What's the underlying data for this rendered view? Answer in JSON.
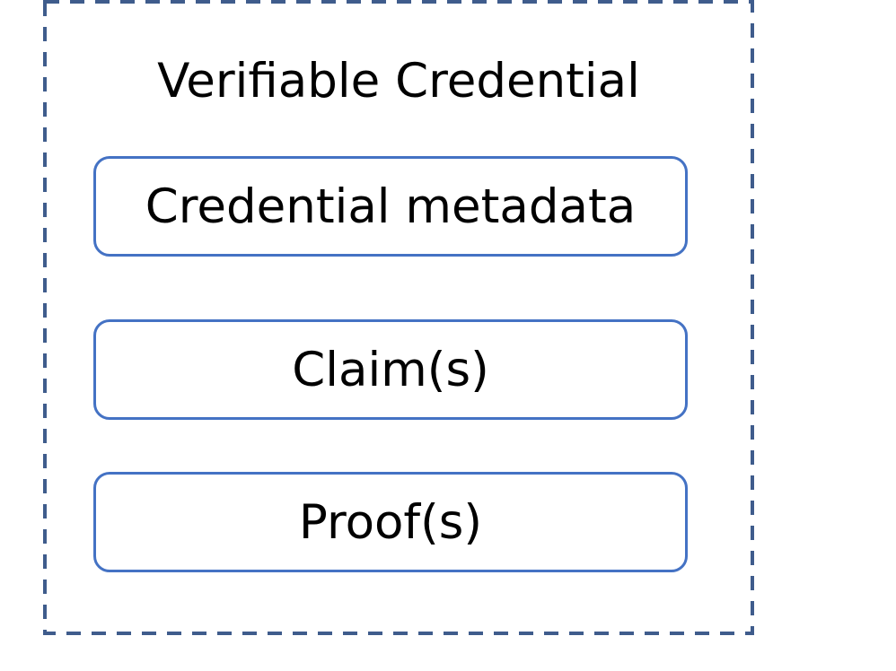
{
  "diagram": {
    "title": "Verifiable Credential",
    "components": [
      {
        "label": "Credential metadata"
      },
      {
        "label": "Claim(s)"
      },
      {
        "label": "Proof(s)"
      }
    ]
  },
  "colors": {
    "container_border": "#3f5c8c",
    "box_border": "#4472c4",
    "text": "#000000",
    "background": "#ffffff"
  }
}
